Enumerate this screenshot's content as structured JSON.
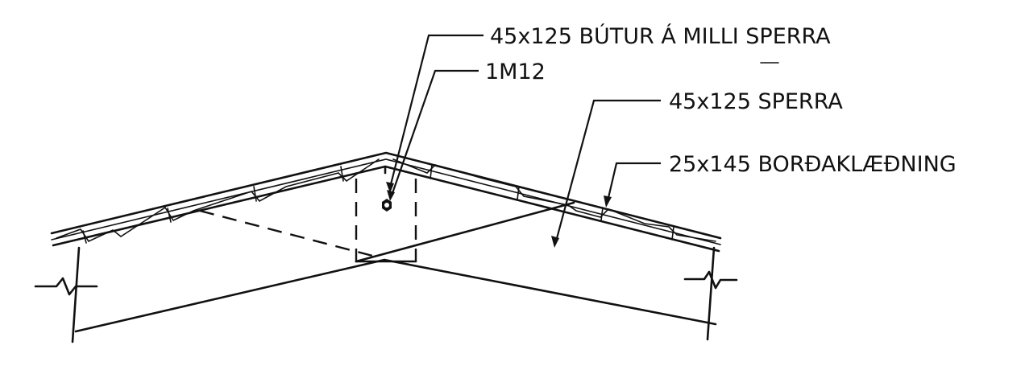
{
  "labels": {
    "blocking": "45x125 BÚTUR Á MILLI SPERRA",
    "bolt": "1M12",
    "rafter": "45x125 SPERRA",
    "cladding": "25x145 BORÐAKLÆÐNING"
  },
  "colors": {
    "line": "#111111",
    "background": "#ffffff"
  }
}
